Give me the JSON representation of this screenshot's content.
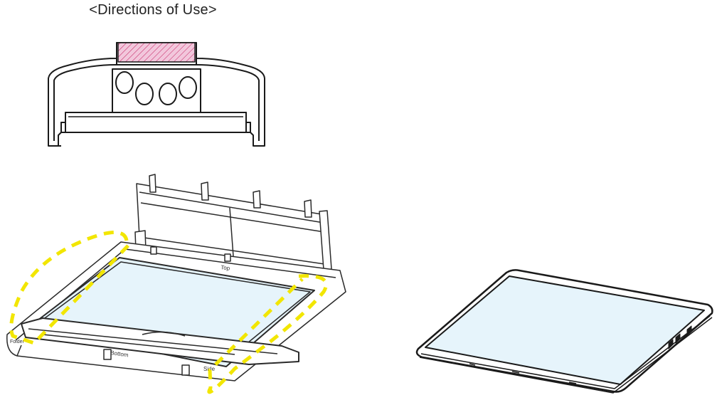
{
  "header": {
    "title": "<Directions of Use>"
  },
  "colors": {
    "line": "#1a1a1a",
    "screen_fill": "#e6f4fb",
    "hatch_fill": "#f2c7dc",
    "hatch_line": "#c2185b",
    "guide_dash": "#f2e600",
    "background": "#ffffff"
  },
  "figures": {
    "cross_section": {
      "icon": "cross-section-icon"
    },
    "applicator_tray": {
      "icon": "applicator-tray-icon",
      "labels": {
        "top": "Top",
        "bottom": "Bottom",
        "side": "Side",
        "left_tab": "Folder"
      }
    },
    "finished_device": {
      "icon": "folded-phone-icon"
    }
  }
}
